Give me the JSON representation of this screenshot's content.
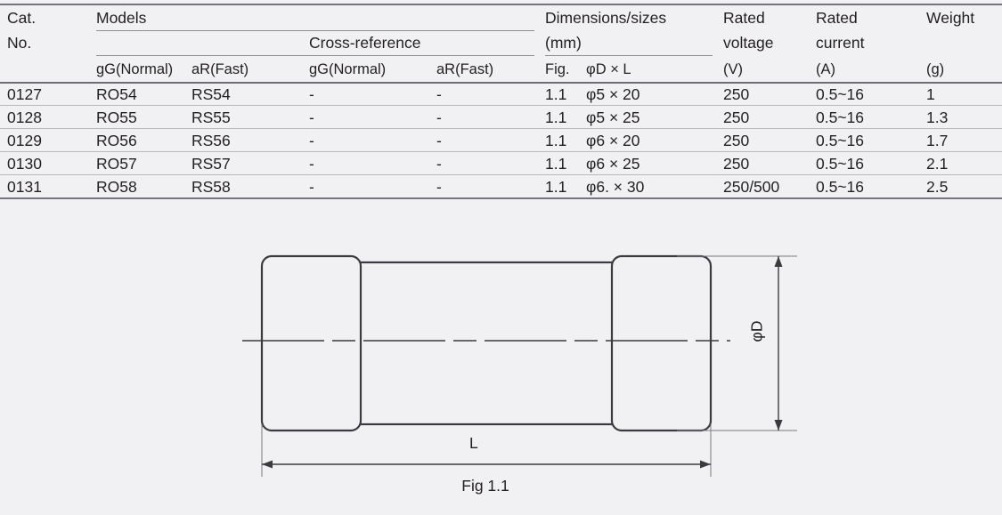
{
  "table": {
    "headers": {
      "cat_no_line1": "Cat.",
      "cat_no_line2": "No.",
      "models": "Models",
      "cross_reference": "Cross-reference",
      "dimensions_line1": "Dimensions/sizes",
      "dimensions_line2": "(mm)",
      "rated_voltage_line1": "Rated",
      "rated_voltage_line2": "voltage",
      "rated_current_line1": "Rated",
      "rated_current_line2": "current",
      "weight_line1": "Weight",
      "sub_models_gg": "gG(Normal)",
      "sub_models_ar": "aR(Fast)",
      "sub_xref_gg": "gG(Normal)",
      "sub_xref_ar": "aR(Fast)",
      "sub_fig": "Fig.",
      "sub_dim": "φD × L",
      "sub_voltage_unit": "(V)",
      "sub_current_unit": "(A)",
      "sub_weight_unit": "(g)"
    },
    "rows": [
      {
        "cat_no": "0127",
        "model_gg": "RO54",
        "model_ar": "RS54",
        "xref_gg": "-",
        "xref_ar": "-",
        "fig": "1.1",
        "dimension": "φ5 × 20",
        "rated_voltage": "250",
        "rated_current": "0.5~16",
        "weight": "1"
      },
      {
        "cat_no": "0128",
        "model_gg": "RO55",
        "model_ar": "RS55",
        "xref_gg": "-",
        "xref_ar": "-",
        "fig": "1.1",
        "dimension": "φ5 × 25",
        "rated_voltage": "250",
        "rated_current": "0.5~16",
        "weight": "1.3"
      },
      {
        "cat_no": "0129",
        "model_gg": "RO56",
        "model_ar": "RS56",
        "xref_gg": "-",
        "xref_ar": "-",
        "fig": "1.1",
        "dimension": "φ6 × 20",
        "rated_voltage": "250",
        "rated_current": "0.5~16",
        "weight": "1.7"
      },
      {
        "cat_no": "0130",
        "model_gg": "RO57",
        "model_ar": "RS57",
        "xref_gg": "-",
        "xref_ar": "-",
        "fig": "1.1",
        "dimension": "φ6 × 25",
        "rated_voltage": "250",
        "rated_current": "0.5~16",
        "weight": "2.1"
      },
      {
        "cat_no": "0131",
        "model_gg": "RO58",
        "model_ar": "RS58",
        "xref_gg": "-",
        "xref_ar": "-",
        "fig": "1.1",
        "dimension": "φ6. × 30",
        "rated_voltage": "250/500",
        "rated_current": "0.5~16",
        "weight": "2.5"
      }
    ]
  },
  "figure": {
    "caption": "Fig 1.1",
    "length_label": "L",
    "diameter_label": "φD"
  },
  "colors": {
    "background": "#f1f1f3",
    "text": "#231f20",
    "rule": "#8d8d93",
    "rule_light": "#b9b9bf",
    "drawing_stroke": "#3a3a40"
  }
}
